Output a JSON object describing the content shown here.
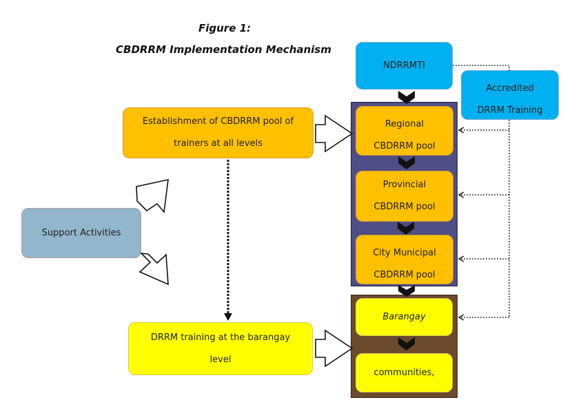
{
  "figure": {
    "label": "Figure 1:",
    "title": "CBDRRM Implementation Mechanism"
  },
  "nodes": {
    "ndrrmti": {
      "lines": [
        "NDRRMTI"
      ]
    },
    "accredited": {
      "lines": [
        "Accredited",
        "DRRM Training"
      ]
    },
    "establishment": {
      "lines": [
        "Establishment of CBDRRM pool of",
        "trainers at all levels"
      ]
    },
    "regional": {
      "lines": [
        "Regional",
        "CBDRRM pool"
      ]
    },
    "provincial": {
      "lines": [
        "Provincial",
        "CBDRRM pool"
      ]
    },
    "city": {
      "lines": [
        "City Municipal",
        "CBDRRM pool"
      ]
    },
    "support": {
      "lines": [
        "Support Activities"
      ]
    },
    "barangay": {
      "lines": [
        "Barangay"
      ]
    },
    "communities": {
      "lines": [
        "communities,"
      ]
    },
    "drrm_training": {
      "lines": [
        "DRRM training at the barangay",
        "level"
      ]
    }
  },
  "colors": {
    "orange": "#ffc000",
    "yellow": "#ffff00",
    "blue": "#00b0f0",
    "grey_blue": "#92b6cc",
    "pool_panel": "#4f4d85",
    "community_panel": "#6b4a2e"
  }
}
